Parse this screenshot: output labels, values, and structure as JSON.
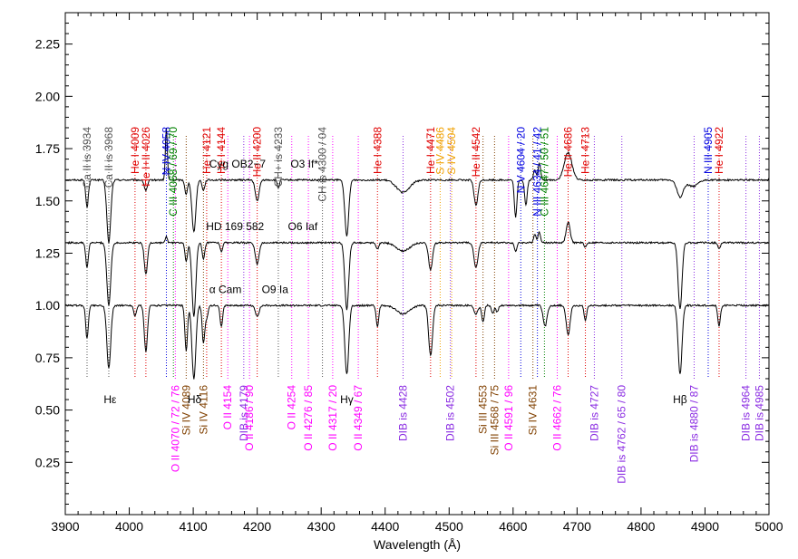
{
  "chart_data": {
    "type": "line",
    "title": "",
    "xlabel": "Wavelength (Å)",
    "ylabel": "",
    "xlim": [
      3900,
      5000
    ],
    "ylim": [
      0.0,
      2.4
    ],
    "xticks": [
      3900,
      4000,
      4100,
      4200,
      4300,
      4400,
      4500,
      4600,
      4700,
      4800,
      4900,
      5000
    ],
    "yticks": [
      0.25,
      0.5,
      0.75,
      1.0,
      1.25,
      1.5,
      1.75,
      2.0,
      2.25
    ],
    "ytick_labels": [
      "0.25",
      "0.50",
      "0.75",
      "1.00",
      "1.25",
      "1.50",
      "1.75",
      "2.00",
      "2.25"
    ],
    "grid": false,
    "series": [
      {
        "name": "Cyg OB2-7   O3 If*",
        "color": "#000000",
        "continuum": 1.6,
        "features": [
          [
            3934,
            -0.13,
            2
          ],
          [
            3968,
            -0.3,
            3
          ],
          [
            4026,
            -0.05,
            2.5
          ],
          [
            4058,
            0.25,
            1.5
          ],
          [
            4089,
            -0.07,
            2
          ],
          [
            4101,
            -0.25,
            3
          ],
          [
            4116,
            -0.05,
            2
          ],
          [
            4200,
            -0.1,
            3
          ],
          [
            4233,
            -0.04,
            1.5
          ],
          [
            4340,
            -0.27,
            3
          ],
          [
            4428,
            -0.06,
            10
          ],
          [
            4542,
            -0.12,
            3
          ],
          [
            4604,
            -0.18,
            2
          ],
          [
            4620,
            -0.12,
            2
          ],
          [
            4634,
            0.05,
            2
          ],
          [
            4641,
            0.08,
            2
          ],
          [
            4686,
            0.13,
            6
          ],
          [
            4861,
            -0.08,
            5
          ],
          [
            4881,
            -0.03,
            8
          ]
        ]
      },
      {
        "name": "HD 169 582   O6 Iaf",
        "color": "#000000",
        "continuum": 1.3,
        "features": [
          [
            3934,
            -0.12,
            2
          ],
          [
            3968,
            -0.3,
            3
          ],
          [
            4026,
            -0.15,
            2.5
          ],
          [
            4058,
            0.03,
            1.5
          ],
          [
            4089,
            -0.09,
            2
          ],
          [
            4101,
            -0.35,
            3
          ],
          [
            4116,
            -0.08,
            2
          ],
          [
            4144,
            -0.04,
            2
          ],
          [
            4200,
            -0.1,
            3
          ],
          [
            4340,
            -0.32,
            3
          ],
          [
            4388,
            -0.03,
            2
          ],
          [
            4428,
            -0.04,
            10
          ],
          [
            4471,
            -0.13,
            3
          ],
          [
            4542,
            -0.12,
            3
          ],
          [
            4604,
            -0.04,
            2
          ],
          [
            4634,
            0.04,
            2
          ],
          [
            4641,
            0.05,
            2
          ],
          [
            4686,
            0.1,
            3
          ],
          [
            4713,
            -0.02,
            2
          ],
          [
            4861,
            -0.32,
            3
          ],
          [
            4922,
            -0.03,
            2
          ]
        ]
      },
      {
        "name": "α Cam   O9 Ia",
        "color": "#000000",
        "continuum": 1.0,
        "features": [
          [
            3934,
            -0.16,
            2
          ],
          [
            3968,
            -0.3,
            3
          ],
          [
            4009,
            -0.05,
            2
          ],
          [
            4026,
            -0.22,
            2.5
          ],
          [
            4089,
            -0.22,
            2
          ],
          [
            4101,
            -0.35,
            3
          ],
          [
            4116,
            -0.18,
            2
          ],
          [
            4121,
            -0.06,
            2
          ],
          [
            4144,
            -0.1,
            2
          ],
          [
            4200,
            -0.05,
            3
          ],
          [
            4340,
            -0.33,
            3
          ],
          [
            4388,
            -0.1,
            2
          ],
          [
            4428,
            -0.04,
            10
          ],
          [
            4471,
            -0.24,
            3
          ],
          [
            4542,
            -0.04,
            3
          ],
          [
            4553,
            -0.08,
            2
          ],
          [
            4568,
            -0.04,
            2
          ],
          [
            4575,
            -0.03,
            2
          ],
          [
            4650,
            -0.1,
            3
          ],
          [
            4686,
            -0.14,
            3
          ],
          [
            4713,
            -0.07,
            2
          ],
          [
            4861,
            -0.33,
            3
          ],
          [
            4922,
            -0.1,
            2
          ]
        ]
      }
    ],
    "star_labels": [
      {
        "star": "Cyg OB2−7",
        "type": "O3 If*",
        "x": 4125,
        "y": 1.66,
        "x2": 4252
      },
      {
        "star": "HD 169 582",
        "type": "O6 Iaf",
        "x": 4120,
        "y": 1.36,
        "x2": 4248
      },
      {
        "star": "α Cam",
        "type": "O9 Ia",
        "x": 4125,
        "y": 1.06,
        "x2": 4207
      }
    ],
    "top_labels": [
      {
        "text": "Ca II is 3934",
        "x": 3934,
        "color": "#555555"
      },
      {
        "text": "Ca II is 3968",
        "x": 3968,
        "color": "#555555"
      },
      {
        "text": "He I 4009",
        "x": 4009,
        "color": "#e00000"
      },
      {
        "text": "He I+II 4026",
        "x": 4026,
        "color": "#e00000"
      },
      {
        "text": "N IV 4058",
        "x": 4058,
        "color": "#0000e0"
      },
      {
        "text": "C III 4068 / 69 / 70",
        "x": 4069,
        "color": "#008000"
      },
      {
        "text": "He I 4121",
        "x": 4121,
        "color": "#e00000"
      },
      {
        "text": "He I 4144",
        "x": 4144,
        "color": "#e00000"
      },
      {
        "text": "He II 4200",
        "x": 4200,
        "color": "#e00000"
      },
      {
        "text": "CH+ is 4233",
        "x": 4233,
        "color": "#555555"
      },
      {
        "text": "CH is 4300 / 04",
        "x": 4302,
        "color": "#555555"
      },
      {
        "text": "He I 4388",
        "x": 4388,
        "color": "#e00000"
      },
      {
        "text": "He I 4471",
        "x": 4471,
        "color": "#e00000"
      },
      {
        "text": "S IV 4486",
        "x": 4486,
        "color": "#f0a000"
      },
      {
        "text": "S IV 4504",
        "x": 4504,
        "color": "#f0a000"
      },
      {
        "text": "He II 4542",
        "x": 4542,
        "color": "#e00000"
      },
      {
        "text": "N V 4604 / 20",
        "x": 4612,
        "color": "#0000e0"
      },
      {
        "text": "N III 4634 / 41 / 42",
        "x": 4638,
        "color": "#0000e0"
      },
      {
        "text": "C III 4647 / 50 / 51",
        "x": 4649,
        "color": "#008000"
      },
      {
        "text": "He II 4686",
        "x": 4686,
        "color": "#e00000"
      },
      {
        "text": "He I 4713",
        "x": 4713,
        "color": "#e00000"
      },
      {
        "text": "N III 4905",
        "x": 4905,
        "color": "#0000e0"
      },
      {
        "text": "He I 4922",
        "x": 4922,
        "color": "#e00000"
      }
    ],
    "bottom_labels": [
      {
        "text": "O II 4070 / 72 / 76",
        "x": 4072,
        "color": "#ff00ff"
      },
      {
        "text": "Si IV 4089",
        "x": 4089,
        "color": "#804000"
      },
      {
        "text": "Si IV 4116",
        "x": 4116,
        "color": "#804000"
      },
      {
        "text": "O II 4154",
        "x": 4154,
        "color": "#ff00ff"
      },
      {
        "text": "DIB is 4179",
        "x": 4179,
        "color": "#8a2be2"
      },
      {
        "text": "O II 4186 / 90",
        "x": 4188,
        "color": "#ff00ff"
      },
      {
        "text": "O II 4254",
        "x": 4254,
        "color": "#ff00ff"
      },
      {
        "text": "O II 4276 / 85",
        "x": 4280,
        "color": "#ff00ff"
      },
      {
        "text": "O II 4317 / 20",
        "x": 4318,
        "color": "#ff00ff"
      },
      {
        "text": "O II 4349 / 67",
        "x": 4358,
        "color": "#ff00ff"
      },
      {
        "text": "DIB is 4428",
        "x": 4428,
        "color": "#8a2be2"
      },
      {
        "text": "DIB is 4502",
        "x": 4502,
        "color": "#8a2be2"
      },
      {
        "text": "Si III 4553",
        "x": 4553,
        "color": "#804000"
      },
      {
        "text": "Si III 4568 / 75",
        "x": 4571,
        "color": "#804000"
      },
      {
        "text": "O II 4591 / 96",
        "x": 4593,
        "color": "#ff00ff"
      },
      {
        "text": "Si IV 4631",
        "x": 4631,
        "color": "#804000"
      },
      {
        "text": "O II 4662 / 76",
        "x": 4669,
        "color": "#ff00ff"
      },
      {
        "text": "DIB is 4727",
        "x": 4727,
        "color": "#8a2be2"
      },
      {
        "text": "DIB is 4762 / 65 / 80",
        "x": 4770,
        "color": "#8a2be2"
      },
      {
        "text": "DIB is 4880 / 87",
        "x": 4883,
        "color": "#8a2be2"
      },
      {
        "text": "DIB is 4964",
        "x": 4964,
        "color": "#8a2be2"
      },
      {
        "text": "DIB is 4985",
        "x": 4985,
        "color": "#8a2be2"
      }
    ],
    "h_labels": [
      {
        "text": "Hε",
        "x": 3970
      },
      {
        "text": "Hδ",
        "x": 4102
      },
      {
        "text": "Hγ",
        "x": 4340
      },
      {
        "text": "Hβ",
        "x": 4861
      }
    ]
  }
}
